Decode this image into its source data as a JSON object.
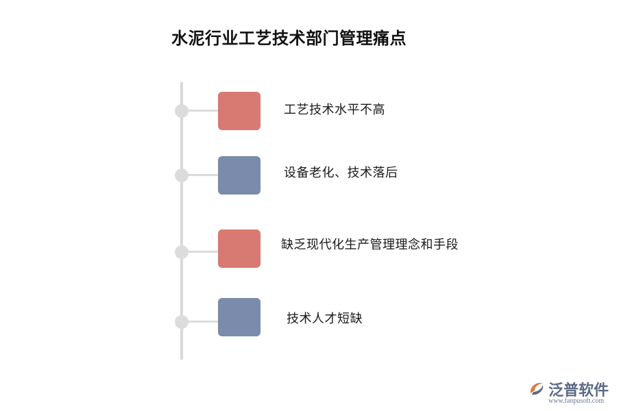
{
  "title": "水泥行业工艺技术部门管理痛点",
  "items": [
    {
      "label": "工艺技术水平不高",
      "color": "#d87a72"
    },
    {
      "label": "设备老化、技术落后",
      "color": "#7b8bab"
    },
    {
      "label": "缺乏现代化生产管理理念和手段",
      "color": "#d87a72"
    },
    {
      "label": "技术人才短缺",
      "color": "#7b8bab"
    }
  ],
  "logo": {
    "name": "泛普软件",
    "url": "www.fanpusoft.com",
    "icon": "fanpu-logo-icon"
  }
}
